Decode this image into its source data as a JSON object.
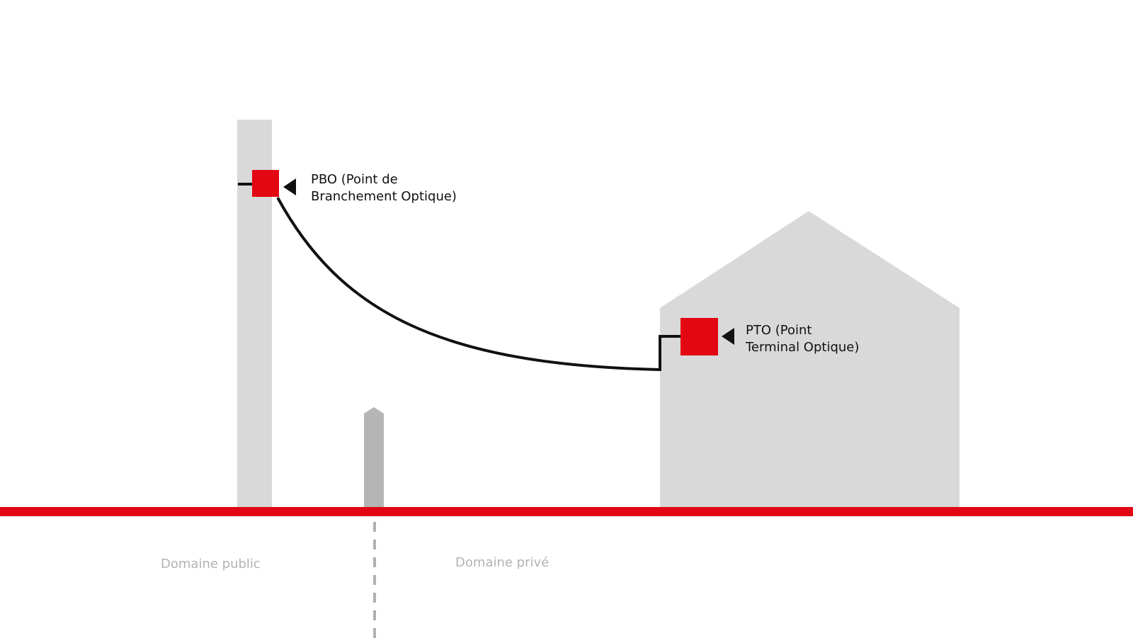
{
  "labels": {
    "pbo_line1": "PBO (Point de",
    "pbo_line2": "Branchement Optique)",
    "pto_line1": "PTO (Point",
    "pto_line2": "Terminal Optique)",
    "domaine_public": "Domaine public",
    "domaine_prive": "Domaine privé"
  },
  "colors": {
    "accent_red": "#e30613",
    "structure_grey": "#d9d9d9",
    "post_grey": "#b5b5b5",
    "cable": "#111111",
    "divider_grey": "#b0b0b0",
    "label_grey": "#b3b3b3"
  },
  "icons": {
    "pbo_pointer": "triangle-left-icon",
    "pto_pointer": "triangle-left-icon"
  }
}
